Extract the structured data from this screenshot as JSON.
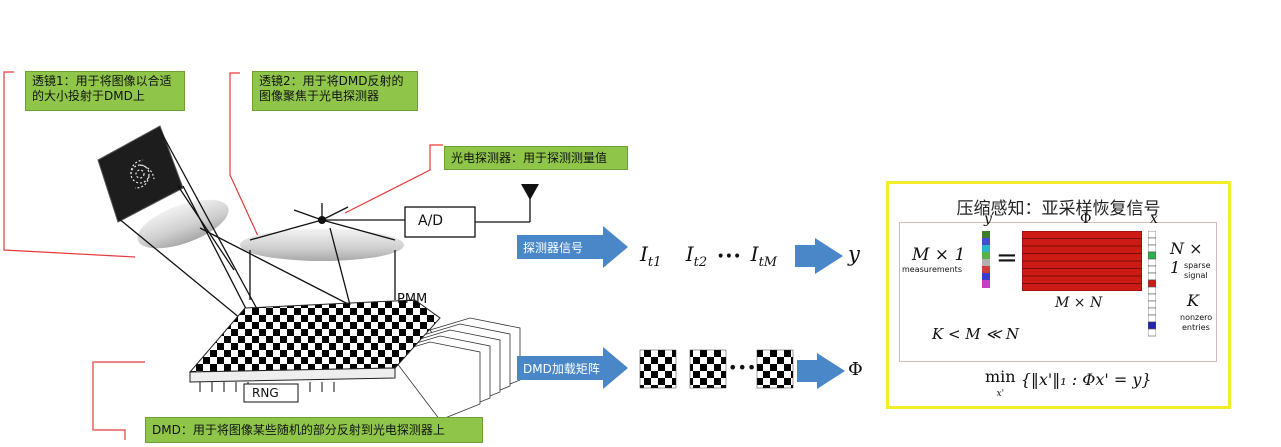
{
  "callouts": {
    "lens1": "透镜1：用于将图像以合适的大小投射于DMD上",
    "lens2": "透镜2：用于将DMD反射的图像聚焦于光电探测器",
    "detector": "光电探测器：用于探测测量值",
    "dmd": "DMD：用于将图像某些随机的部分反射到光电探测器上"
  },
  "device": {
    "ad_label": "A/D",
    "pmm_label": "PMM",
    "rng_label": "RNG"
  },
  "flows": {
    "detector_signal": "探测器信号",
    "dmd_matrix": "DMD加载矩阵",
    "measurements_seq": [
      "I",
      "t1",
      "I",
      "t2",
      "•••",
      "I",
      "tM"
    ],
    "y_symbol": "y",
    "phi_symbol": "Φ",
    "dots": "•••"
  },
  "cs": {
    "title": "压缩感知：亚采样恢复信号",
    "m_by_1": "M × 1",
    "measurements": "measurements",
    "y": "y",
    "equals": "=",
    "phi": "Φ",
    "x": "x",
    "m_by_n": "M × N",
    "n_by_1": "N × 1",
    "sparse": "sparse",
    "signal": "signal",
    "k": "K",
    "nonzero": "nonzero",
    "entries": "entries",
    "inequality": "K < M ≪ N",
    "formula_min": "min",
    "formula_sub": "x'",
    "formula_body": "{‖x'‖₁ : Φx' = y}"
  },
  "colors": {
    "callout_green": "#8fc64a",
    "arrow_blue": "#4a87c8",
    "matrix_red": "#cc1a14",
    "frame_yellow": "#f4ee2a",
    "leader_red": "#e8393a"
  }
}
